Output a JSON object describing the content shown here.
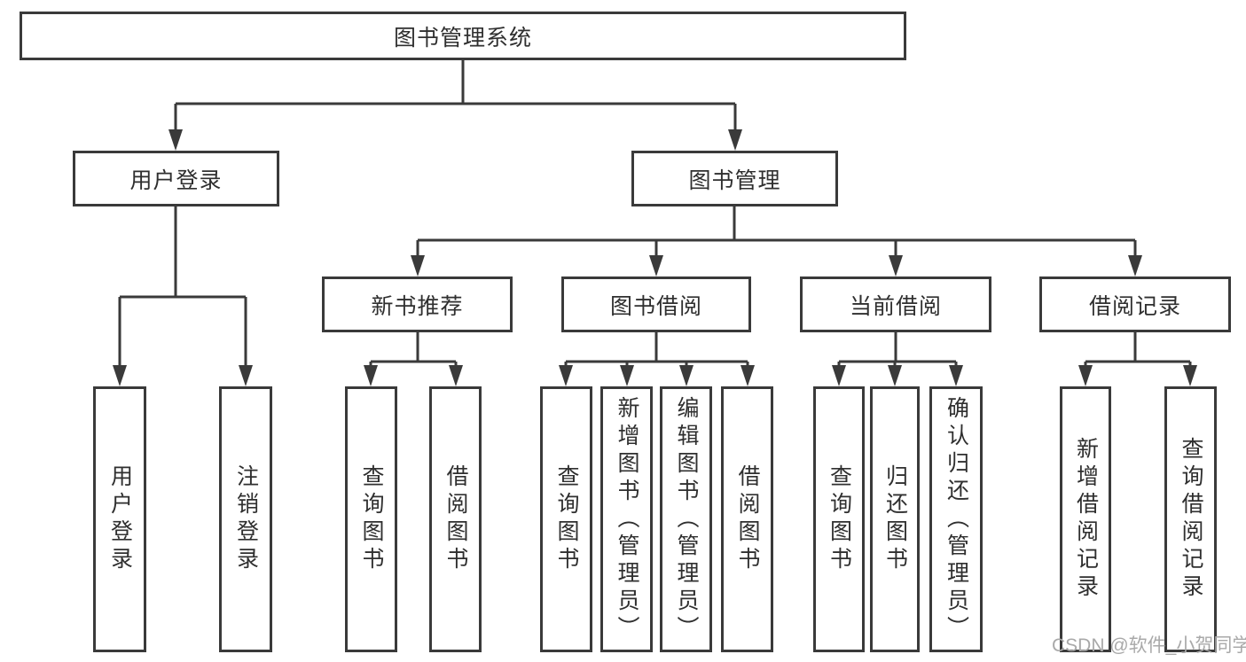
{
  "colors": {
    "line": "#3a3a3a",
    "text": "#2f2f2f",
    "watermark": "#a9a9a9",
    "background": "#ffffff"
  },
  "tree": {
    "root": {
      "label": "图书管理系统"
    },
    "branches": [
      {
        "label": "用户登录"
      },
      {
        "label": "图书管理"
      }
    ],
    "sections": [
      {
        "label": "新书推荐"
      },
      {
        "label": "图书借阅"
      },
      {
        "label": "当前借阅"
      },
      {
        "label": "借阅记录"
      }
    ],
    "leaves": [
      {
        "label": "用户登录"
      },
      {
        "label": "注销登录"
      },
      {
        "label": "查询图书"
      },
      {
        "label": "借阅图书"
      },
      {
        "label": "查询图书"
      },
      {
        "label": "新增图书（管理员）"
      },
      {
        "label": "编辑图书（管理员）"
      },
      {
        "label": "借阅图书"
      },
      {
        "label": "查询图书"
      },
      {
        "label": "归还图书"
      },
      {
        "label": "确认归还（管理员）"
      },
      {
        "label": "新增借阅记录"
      },
      {
        "label": "查询借阅记录"
      }
    ]
  },
  "watermark": "CSDN @软件_小贺同学"
}
